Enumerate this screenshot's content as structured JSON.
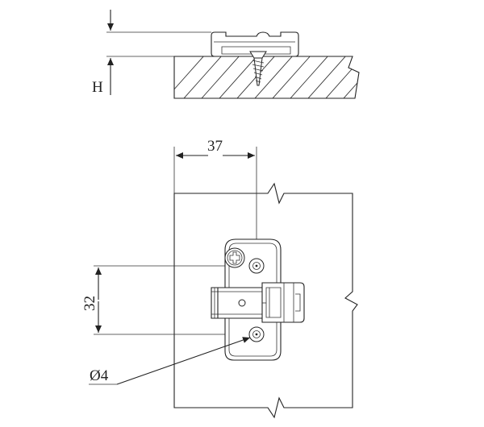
{
  "labels": {
    "height": "H",
    "width_offset": "37",
    "hole_spacing": "32",
    "hole_diameter": "Ø4"
  }
}
